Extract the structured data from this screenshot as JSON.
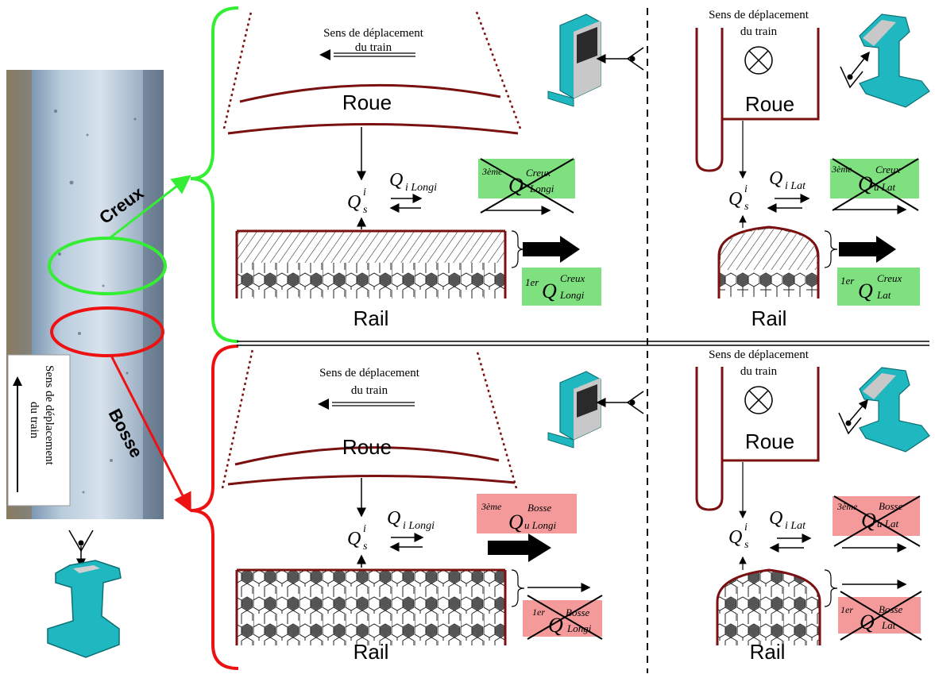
{
  "colors": {
    "wheel": "#7a1010",
    "rail_cyan": "#1fb8c0",
    "green": "#33ee33",
    "red": "#ee1111",
    "green_box": "#7fe07f",
    "red_box": "#f59a9a"
  },
  "labels": {
    "wheel": "Roue",
    "rail": "Rail",
    "direction_line1": "Sens de déplacement",
    "direction_line2": "du train",
    "creux": "Creux",
    "bosse": "Bosse",
    "side_direction_line1": "Sens de déplacement",
    "side_direction_line2": "du train"
  },
  "formulas": {
    "q": "Q",
    "sup_i": "i",
    "sub_s": "s",
    "sub_i_longi": "i Longi",
    "sub_i_lat": "i Lat",
    "third": "3ème",
    "first": "1er",
    "sup_creux": "Creux",
    "sup_bosse": "Bosse",
    "sub_longi": "Longi",
    "sub_lat": "Lat",
    "sub_u_longi": "u Longi",
    "sub_u_lat": "u Lat"
  },
  "icons": [
    "eye-icon",
    "rail-profile-icon",
    "cross-circle-icon"
  ]
}
